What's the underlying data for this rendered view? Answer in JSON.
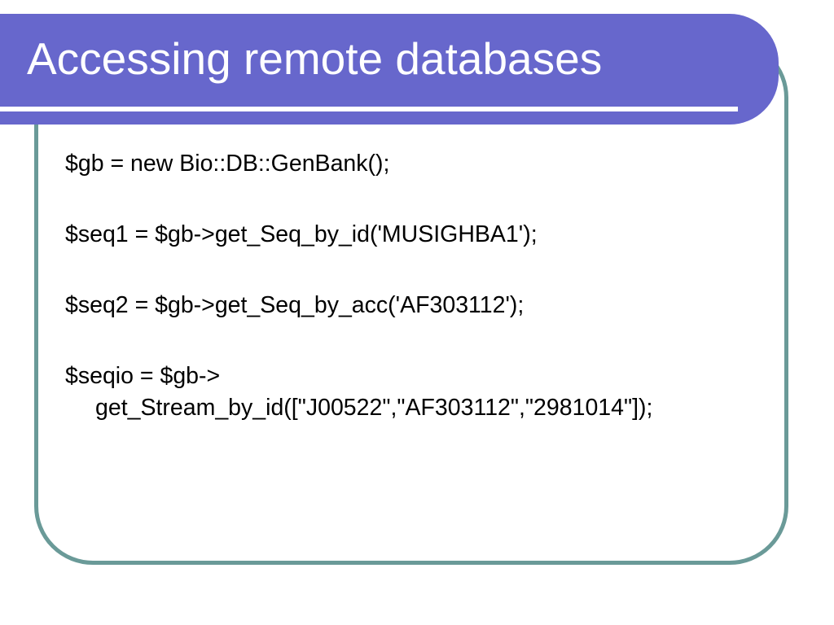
{
  "slide": {
    "title": "Accessing remote databases",
    "lines": [
      {
        "text": "$gb = new Bio::DB::GenBank();"
      },
      {
        "text": "$seq1 = $gb->get_Seq_by_id('MUSIGHBA1');"
      },
      {
        "text": "$seq2 = $gb->get_Seq_by_acc('AF303112');"
      },
      {
        "text": "$seqio = $gb->",
        "continuation": "get_Stream_by_id([\"J00522\",\"AF303112\",\"2981014\"]);"
      }
    ]
  },
  "colors": {
    "title_band": "#6767cc",
    "frame_border": "#6a9a98",
    "title_text": "#ffffff",
    "body_text": "#000000"
  }
}
